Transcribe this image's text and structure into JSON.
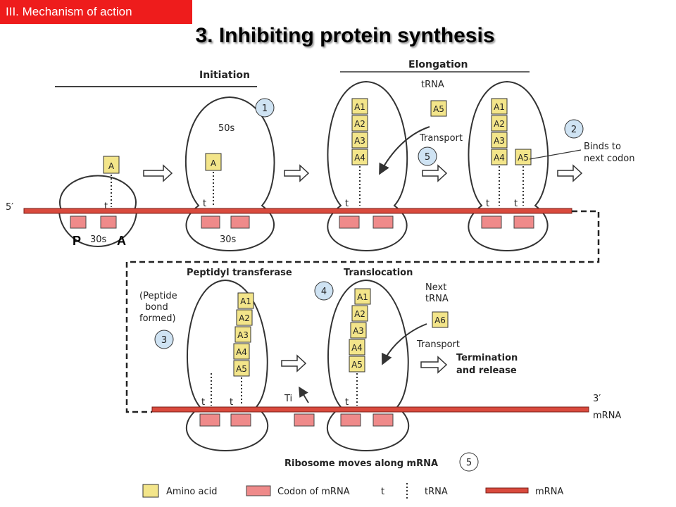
{
  "header": {
    "section": "III. Mechanism of action",
    "title": "3. Inhibiting protein synthesis"
  },
  "stages": {
    "initiation": "Initiation",
    "elongation": "Elongation",
    "peptidyl_transferase": "Peptidyl transferase",
    "translocation": "Translocation"
  },
  "labels": {
    "five_prime": "5′",
    "three_prime": "3′",
    "mrna": "mRNA",
    "s50": "50s",
    "s30": "30s",
    "trna": "tRNA",
    "transport": "Transport",
    "binds_1": "Binds to",
    "binds_2": "next codon",
    "next_1": "Next",
    "next_2": "tRNA",
    "peptide_1": "(Peptide",
    "peptide_2": "bond",
    "peptide_3": "formed)",
    "termination_1": "Termination",
    "termination_2": "and release",
    "ribosome_moves": "Ribosome moves along mRNA",
    "t": "t",
    "ti": "Ti",
    "p_site": "P",
    "a_site": "A"
  },
  "steps": [
    "1",
    "2",
    "3",
    "4",
    "5"
  ],
  "amino_acids": {
    "single": "A",
    "chain4": [
      "A1",
      "A2",
      "A3",
      "A4"
    ],
    "chain5": [
      "A1",
      "A2",
      "A3",
      "A4",
      "A5"
    ],
    "a5": "A5",
    "a6": "A6"
  },
  "legend": {
    "amino_acid": "Amino acid",
    "codon": "Codon of mRNA",
    "t": "t",
    "trna": "tRNA",
    "mrna": "mRNA"
  },
  "colors": {
    "badge": "#ee1c1c",
    "amino_acid": "#f3e58a",
    "codon": "#ef8a8a",
    "mrna": "#d94a3d",
    "step_circle": "#cfe3f3"
  }
}
